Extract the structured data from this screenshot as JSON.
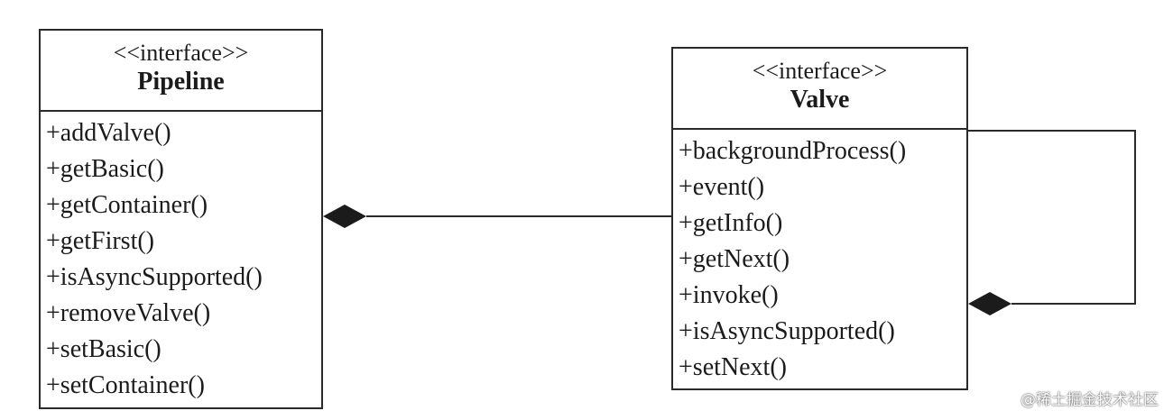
{
  "pipeline": {
    "stereotype": "<<interface>>",
    "name": "Pipeline",
    "methods": [
      "+addValve()",
      "+getBasic()",
      "+getContainer()",
      "+getFirst()",
      "+isAsyncSupported()",
      "+removeValve()",
      "+setBasic()",
      "+setContainer()"
    ]
  },
  "valve": {
    "stereotype": "<<interface>>",
    "name": "Valve",
    "methods": [
      "+backgroundProcess()",
      "+event()",
      "+getInfo()",
      "+getNext()",
      "+invoke()",
      "+isAsyncSupported()",
      "+setNext()"
    ]
  },
  "relations": [
    {
      "from": "Pipeline",
      "to": "Valve",
      "type": "composition"
    },
    {
      "from": "Valve",
      "to": "Valve",
      "type": "composition"
    }
  ],
  "watermark": "@稀土掘金技术社区",
  "colors": {
    "line": "#2a2a2a",
    "background": "#ffffff"
  }
}
